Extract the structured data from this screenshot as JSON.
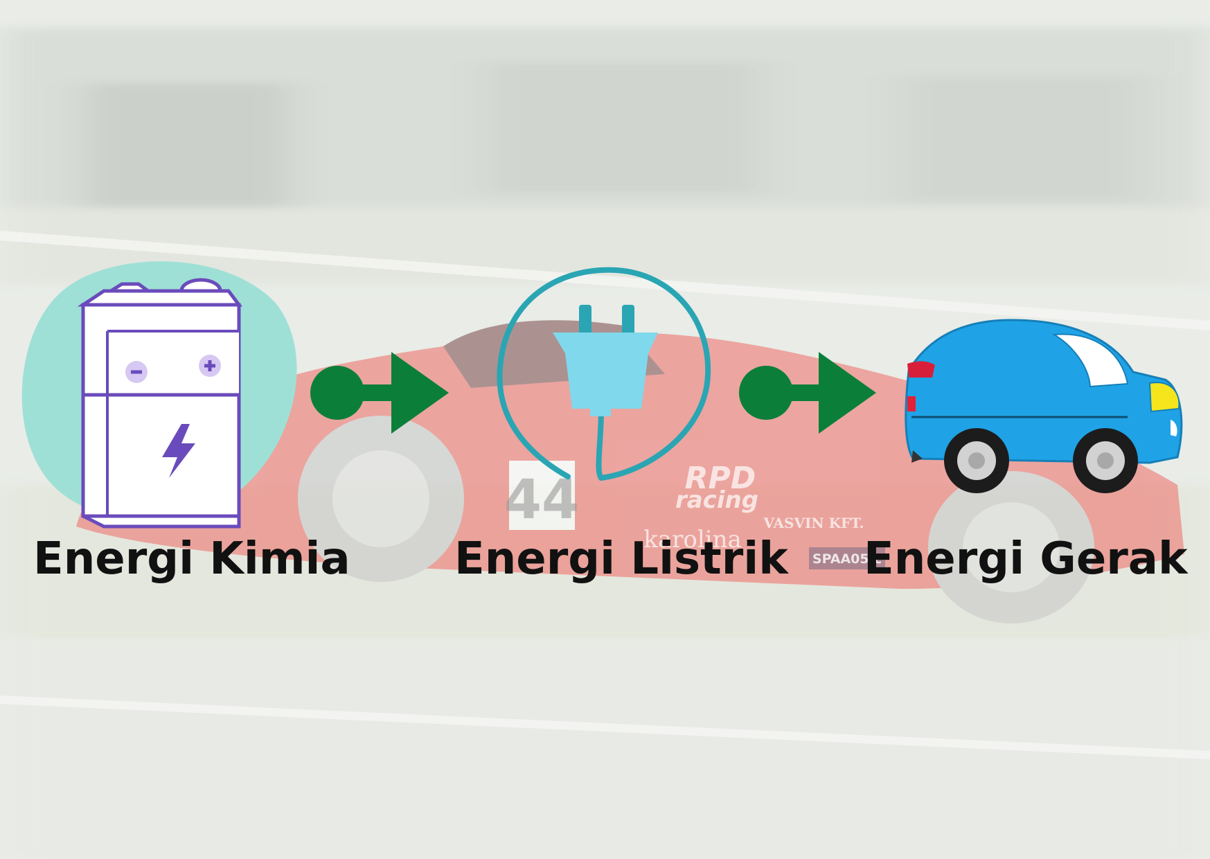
{
  "colors": {
    "arrow": "#0b7f3a",
    "battery_stroke": "#6a4bbb",
    "battery_blob": "#9ee0d6",
    "plug_ring": "#2aa5b3",
    "plug_body": "#80d8ec",
    "car_body": "#1fa3e6"
  },
  "stages": [
    {
      "label": "Energi Kimia",
      "icon": "battery-icon"
    },
    {
      "label": "Energi Listrik",
      "icon": "plug-icon"
    },
    {
      "label": "Energi Gerak",
      "icon": "car-icon"
    }
  ],
  "connectors": [
    {
      "icon": "arrow-right-icon"
    },
    {
      "icon": "arrow-right-icon"
    }
  ],
  "background": {
    "logo_text_1": "RPD",
    "logo_text_2": "racing",
    "brand_text": "karolina",
    "number": "44",
    "sponsor_text": "VASVIN KFT.",
    "plate_text": "SPAA05.c"
  }
}
